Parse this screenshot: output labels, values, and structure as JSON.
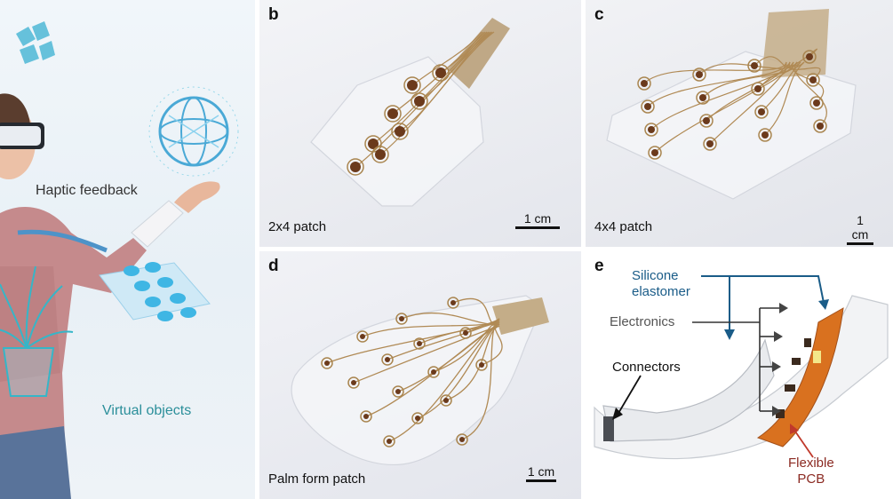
{
  "panel_a": {
    "haptic_label": "Haptic feedback",
    "virtual_label": "Virtual objects"
  },
  "panel_b": {
    "letter": "b",
    "patch_label": "2x4 patch",
    "scale_label": "1 cm"
  },
  "panel_c": {
    "letter": "c",
    "patch_label": "4x4 patch",
    "scale_label": "1 cm"
  },
  "panel_d": {
    "letter": "d",
    "patch_label": "Palm form patch",
    "scale_label": "1 cm"
  },
  "panel_e": {
    "letter": "e",
    "silicone_label": "Silicone\nelastomer",
    "electronics_label": "Electronics",
    "connectors_label": "Connectors",
    "pcb_label": "Flexible\nPCB"
  },
  "colors": {
    "silicone_arrow": "#1a5c88",
    "pcb_orange": "#d9711f",
    "pcb_label": "#8b2a22",
    "hologram_cyan": "#35b6c8",
    "electrode_copper": "#6b3a1c",
    "trace_gold": "#b08a55"
  }
}
